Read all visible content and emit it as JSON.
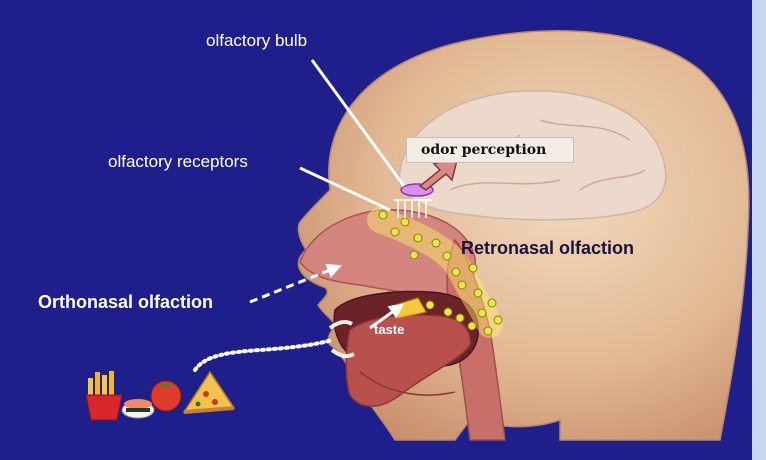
{
  "labels": {
    "olfactory_bulb": "olfactory bulb",
    "olfactory_receptors": "olfactory receptors",
    "odor_perception": "odor perception",
    "retronasal": "Retronasal olfaction",
    "orthonasal": "Orthonasal olfaction",
    "taste": "taste"
  },
  "colors": {
    "background": "#1f1f8c",
    "skin": "#e8c9a8",
    "muscle": "#c96f6a",
    "odor_molecule": "#e8e64a",
    "bulb": "#d98ef0",
    "arrow": "#d98a86"
  },
  "food_icons": [
    "fries-icon",
    "sushi-icon",
    "tomato-icon",
    "pizza-icon"
  ]
}
